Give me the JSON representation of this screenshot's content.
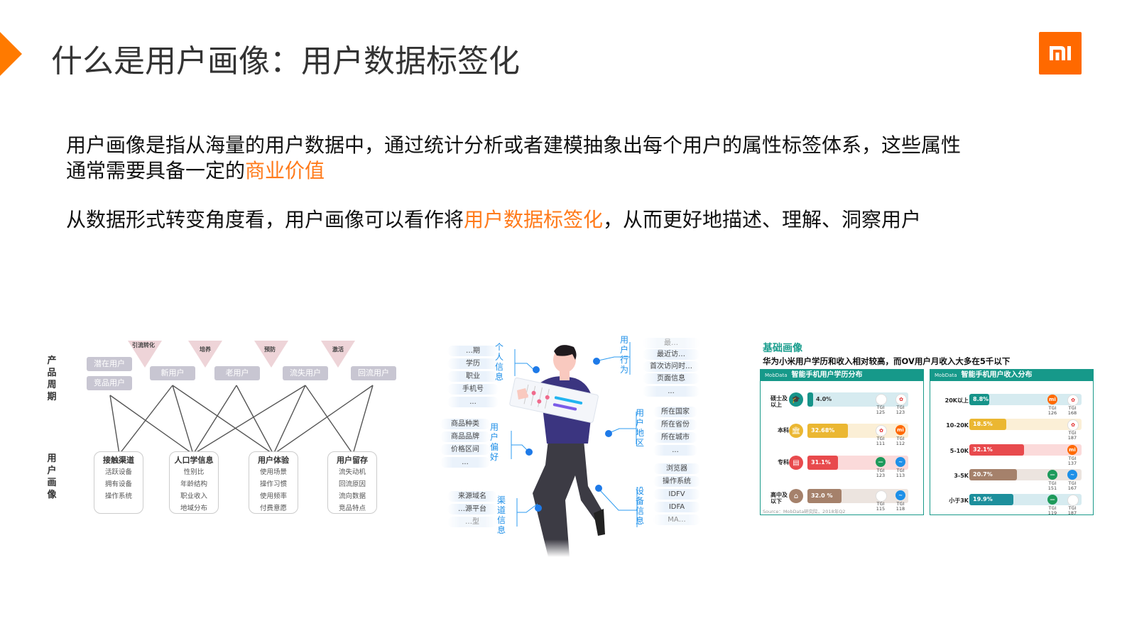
{
  "header": {
    "title": "什么是用户画像：用户数据标签化",
    "logo": "mi-logo",
    "accent_color": "#ff6900"
  },
  "body": {
    "para1_line1": "用户画像是指从海量的用户数据中，通过统计分析或者建模抽象出每个用户的属性标签体系，这些属性",
    "para1_line2_prefix": "通常需要具备一定的",
    "para1_line2_highlight": "商业价值",
    "para2_prefix": "从数据形式转变角度看，用户画像可以看作将",
    "para2_highlight": "用户数据标签化",
    "para2_suffix": "，从而更好地描述、理解、洞察用户",
    "highlight_color": "#ff7a1a"
  },
  "figure_lifecycle": {
    "row_label_top": "产品周期",
    "row_label_bottom": "用户画像",
    "triangles": [
      "引流转化",
      "培养",
      "预防",
      "激活"
    ],
    "stages": {
      "potential": "潜在用户",
      "competitor": "竞品用户",
      "new": "新用户",
      "old": "老用户",
      "churned": "流失用户",
      "returning": "回流用户"
    },
    "portrait_boxes": [
      {
        "title": "接触渠道",
        "items": [
          "活跃设备",
          "拥有设备",
          "操作系统"
        ]
      },
      {
        "title": "人口学信息",
        "items": [
          "性别比",
          "年龄结构",
          "职业收入",
          "地域分布"
        ]
      },
      {
        "title": "用户体验",
        "items": [
          "使用场景",
          "操作习惯",
          "使用频率",
          "付费意愿"
        ]
      },
      {
        "title": "用户留存",
        "items": [
          "流失动机",
          "回流原因",
          "流向数据",
          "竞品特点"
        ]
      }
    ]
  },
  "figure_tags": {
    "categories": {
      "personal": {
        "label": "个人信息",
        "items": [
          "…期",
          "学历",
          "职业",
          "手机号",
          "..."
        ]
      },
      "preference": {
        "label": "用户偏好",
        "items": [
          "商品种类",
          "商品品牌",
          "价格区间",
          "..."
        ]
      },
      "channel": {
        "label": "渠道信息",
        "items": [
          "来源域名",
          "…源平台",
          "…型"
        ]
      },
      "behavior": {
        "label": "用户行为",
        "items": [
          "最…",
          "最近访…",
          "首次访问时…",
          "页面信息",
          "..."
        ]
      },
      "region": {
        "label": "用户地区",
        "items": [
          "所在国家",
          "所在省份",
          "所在城市",
          "..."
        ]
      },
      "device": {
        "label": "设备信息",
        "items": [
          "浏览器",
          "操作系统",
          "IDFV",
          "IDFA",
          "MA…"
        ]
      }
    }
  },
  "figure_mobdata": {
    "section_title": "基础画像",
    "subtitle": "华为小米用户学历和收入相对较高，而OV用户月收入大多在5千以下",
    "brand_prefix": "MobData",
    "source": "Source：MobData研究院，2018年Q2",
    "education": {
      "title": "智能手机用户学历分布",
      "rows": [
        {
          "label": "硕士及以上",
          "value": "4.0%",
          "pct": 4.0,
          "color": "#17948a",
          "track": "#d6ebf0",
          "icon": "graduation-cap",
          "brands": [
            {
              "name": "apple",
              "tgi": "TGI 125"
            },
            {
              "name": "huawei",
              "tgi": "TGI 123"
            }
          ]
        },
        {
          "label": "本科",
          "value": "32.68%",
          "pct": 32.68,
          "color": "#ebb732",
          "track": "#fbefd6",
          "icon": "institution",
          "brands": [
            {
              "name": "huawei",
              "tgi": "TGI 111"
            },
            {
              "name": "xiaomi",
              "tgi": "TGI 112"
            }
          ]
        },
        {
          "label": "专科",
          "value": "31.1%",
          "pct": 31.1,
          "color": "#e84a4d",
          "track": "#fbdada",
          "icon": "clipboard",
          "brands": [
            {
              "name": "oppo",
              "tgi": "TGI 123"
            },
            {
              "name": "vivo",
              "tgi": "TGI 113"
            }
          ]
        },
        {
          "label": "高中及以下",
          "value": "32.0 %",
          "pct": 32.0,
          "color": "#a5816b",
          "track": "#ece4df",
          "icon": "school",
          "brands": [
            {
              "name": "apple",
              "tgi": "TGI 115"
            },
            {
              "name": "vivo",
              "tgi": "TGI 118"
            }
          ]
        }
      ]
    },
    "income": {
      "title": "智能手机用户收入分布",
      "rows": [
        {
          "label": "20K以上",
          "value": "8.8%",
          "pct": 8.8,
          "color": "#17948a",
          "track": "#d6ebf0",
          "brands": [
            {
              "name": "xiaomi",
              "tgi": "TGI 126"
            },
            {
              "name": "huawei",
              "tgi": "TGI 168"
            }
          ]
        },
        {
          "label": "10-20K",
          "value": "18.5%",
          "pct": 18.5,
          "color": "#ebb732",
          "track": "#fbefd6",
          "brands": [
            {
              "name": "huawei",
              "tgi": "TGI 187"
            }
          ]
        },
        {
          "label": "5-10K",
          "value": "32.1%",
          "pct": 32.1,
          "color": "#e84a4d",
          "track": "#fbdada",
          "brands": [
            {
              "name": "xiaomi",
              "tgi": "TGI 137"
            }
          ]
        },
        {
          "label": "3-5K",
          "value": "20.7%",
          "pct": 20.7,
          "color": "#a5816b",
          "track": "#ece4df",
          "brands": [
            {
              "name": "oppo",
              "tgi": "TGI 151"
            },
            {
              "name": "vivo",
              "tgi": "TGI 167"
            }
          ]
        },
        {
          "label": "小于3K",
          "value": "19.9%",
          "pct": 19.9,
          "color": "#1d8f9c",
          "track": "#d6ebf0",
          "brands": [
            {
              "name": "oppo",
              "tgi": "TGI 119"
            },
            {
              "name": "apple",
              "tgi": "TGI 187"
            }
          ]
        }
      ]
    }
  }
}
